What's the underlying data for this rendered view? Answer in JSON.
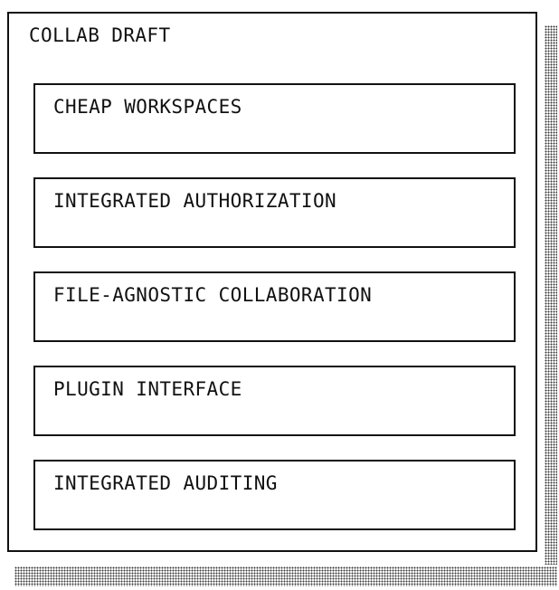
{
  "container": {
    "title": "COLLAB DRAFT"
  },
  "items": [
    {
      "label": "CHEAP WORKSPACES"
    },
    {
      "label": "INTEGRATED AUTHORIZATION"
    },
    {
      "label": "FILE-AGNOSTIC COLLABORATION"
    },
    {
      "label": "PLUGIN INTERFACE"
    },
    {
      "label": "INTEGRATED AUDITING"
    }
  ],
  "colors": {
    "line": "#111111",
    "background": "#ffffff",
    "shadow": "#3a3a3a"
  }
}
